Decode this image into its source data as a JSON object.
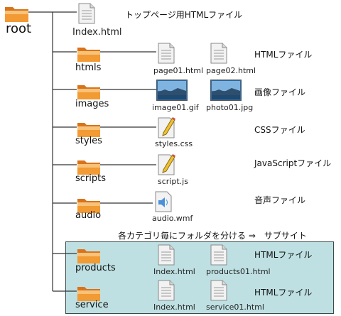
{
  "root": {
    "label": "root"
  },
  "top_file": {
    "name": "Index.html",
    "note": "トップページ用HTMLファイル"
  },
  "folders": [
    {
      "label": "htmls",
      "files": [
        "page01.html",
        "page02.html"
      ],
      "note": "HTMLファイル"
    },
    {
      "label": "images",
      "files": [
        "image01.gif",
        "photo01.jpg"
      ],
      "note": "画像ファイル"
    },
    {
      "label": "styles",
      "files": [
        "styles.css"
      ],
      "note": "CSSファイル"
    },
    {
      "label": "scripts",
      "files": [
        "script.js"
      ],
      "note": "JavaScriptファイル"
    },
    {
      "label": "audio",
      "files": [
        "audio.wmf"
      ],
      "note": "音声ファイル"
    }
  ],
  "subsite": {
    "caption": "各カテゴリ毎にフォルダを分ける ⇒　サブサイト",
    "folders": [
      {
        "label": "products",
        "files": [
          "Index.html",
          "products01.html"
        ],
        "note": "HTMLファイル"
      },
      {
        "label": "service",
        "files": [
          "Index.html",
          "service01.html"
        ],
        "note": "HTMLファイル"
      }
    ]
  },
  "colors": {
    "folder": "#f08a24",
    "folder_light": "#f7b24a",
    "box": "#bfe0e2",
    "line": "#333333"
  }
}
